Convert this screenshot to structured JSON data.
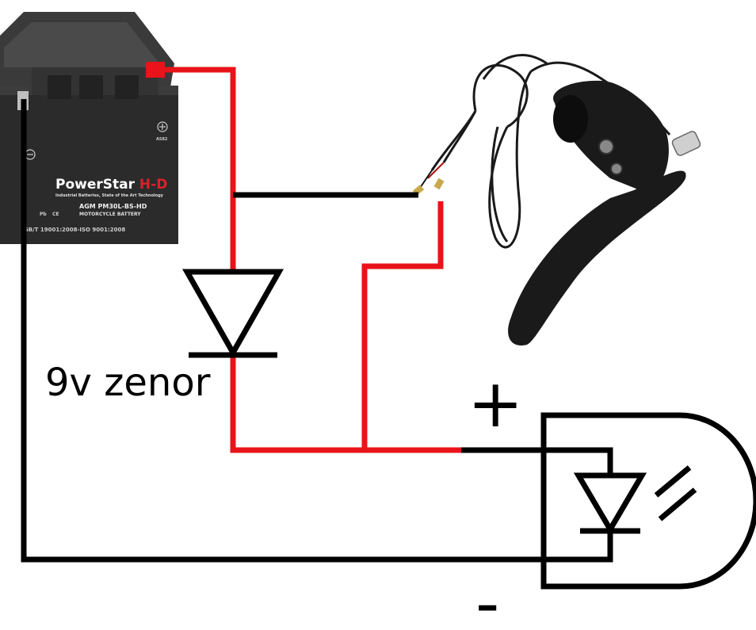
{
  "battery": {
    "brand": "PowerStar",
    "brand_suffix": "H-D",
    "tagline": "Industrial Batteries, State of the Art Technology",
    "model_line": "AGM PM30L-BS-HD",
    "type_line": "MOTORCYCLE BATTERY",
    "cert_line": "GB/T 19001:2008-ISO 9001:2008",
    "marks": [
      "Pb",
      "CE"
    ],
    "part_code": "A582"
  },
  "diagram": {
    "zener_label": "9v zenor",
    "plus_label": "+",
    "minus_label": "-"
  },
  "colors": {
    "wire_positive": "#e8141a",
    "wire_negative": "#000000",
    "battery_case": "#2b2b2b",
    "brand_red": "#d8222a",
    "brake_lever": "#1a1a1a"
  }
}
